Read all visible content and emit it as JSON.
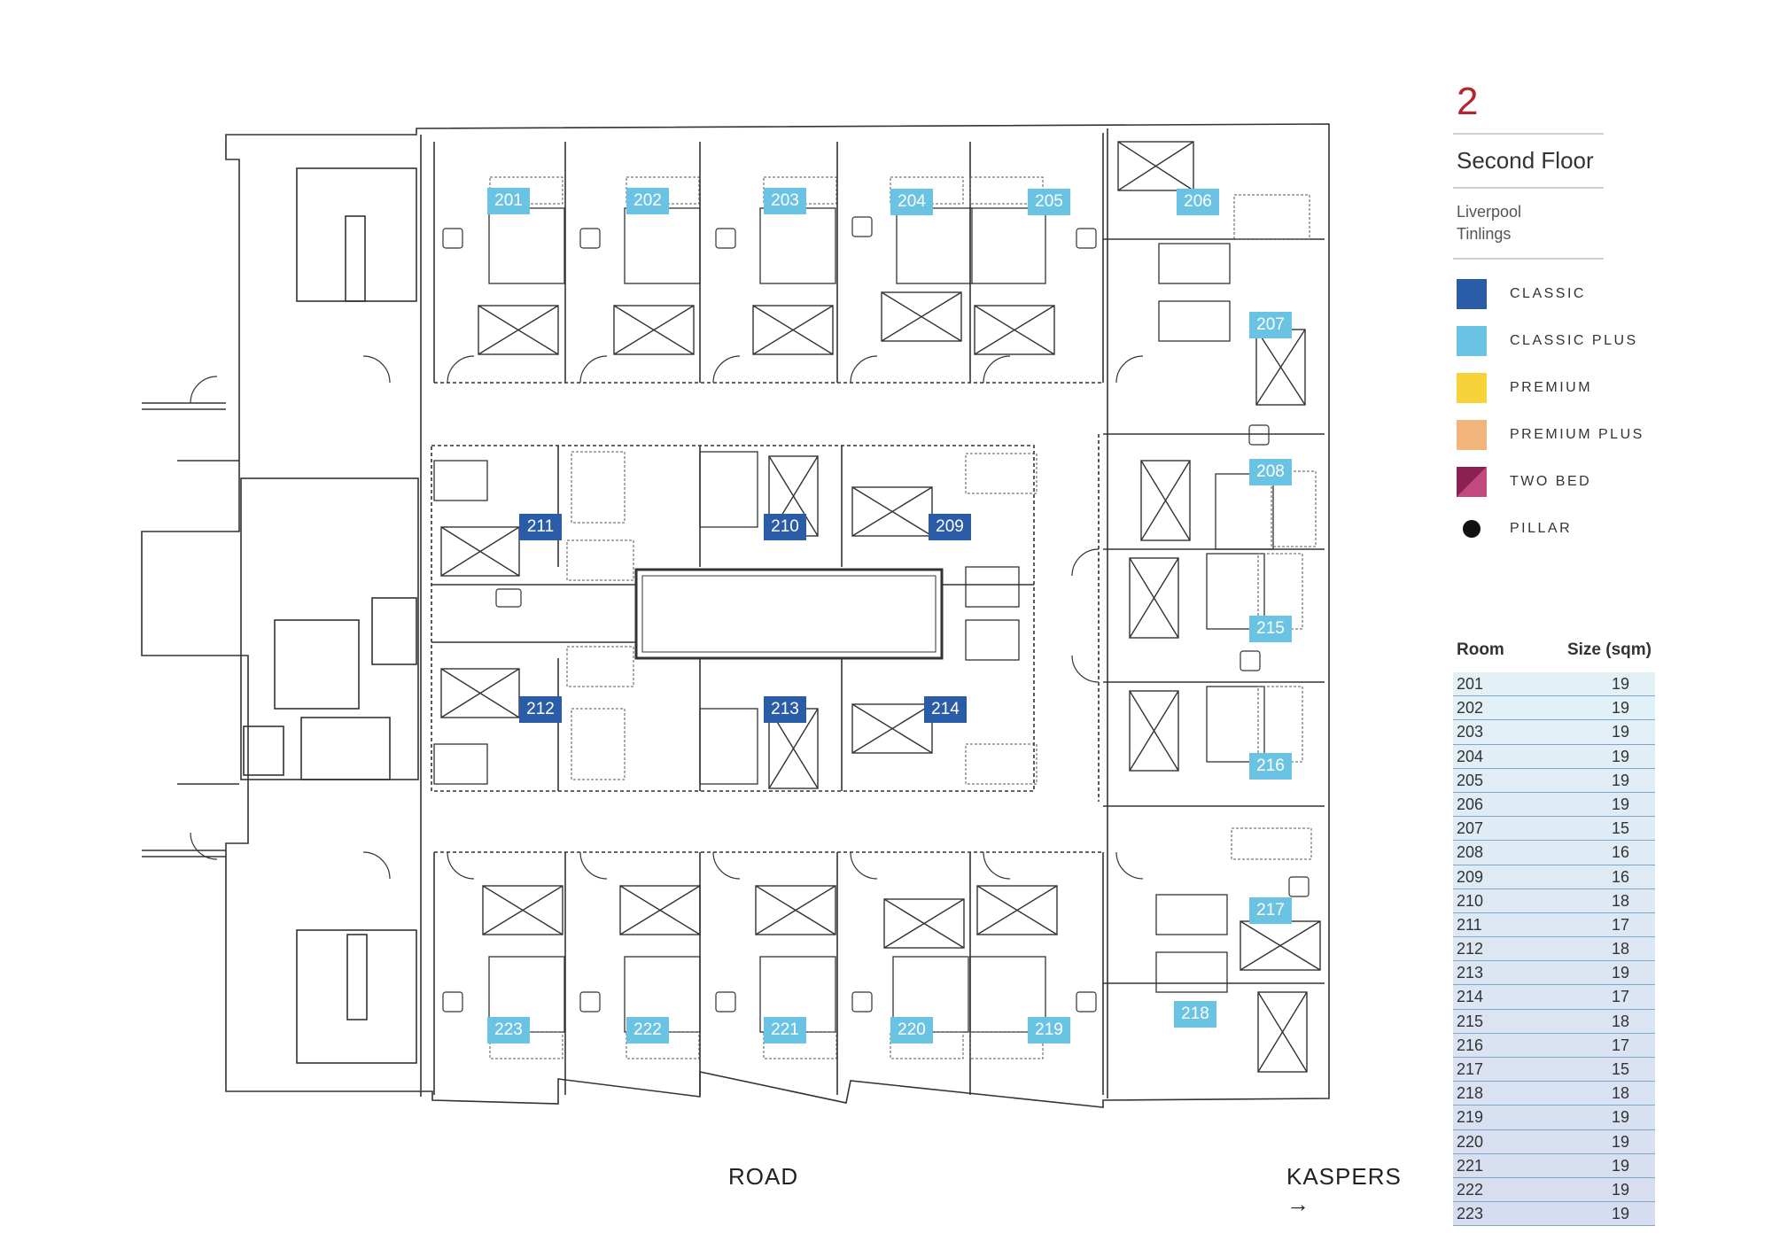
{
  "floor": {
    "number": "2",
    "title": "Second Floor",
    "building_line1": "Liverpool",
    "building_line2": "Tinlings"
  },
  "legend": [
    {
      "label": "CLASSIC",
      "color": "#2a5ca8",
      "shape": "square"
    },
    {
      "label": "CLASSIC PLUS",
      "color": "#6bc3e3",
      "shape": "square"
    },
    {
      "label": "PREMIUM",
      "color": "#f7d33a",
      "shape": "square"
    },
    {
      "label": "PREMIUM PLUS",
      "color": "#f1b47a",
      "shape": "square"
    },
    {
      "label": "TWO BED",
      "color": "#8a2150",
      "shape": "diagonal"
    },
    {
      "label": "PILLAR",
      "color": "#111111",
      "shape": "dot"
    }
  ],
  "table": {
    "header_room": "Room",
    "header_size": "Size (sqm)",
    "rows": [
      {
        "room": "201",
        "size": "19"
      },
      {
        "room": "202",
        "size": "19"
      },
      {
        "room": "203",
        "size": "19"
      },
      {
        "room": "204",
        "size": "19"
      },
      {
        "room": "205",
        "size": "19"
      },
      {
        "room": "206",
        "size": "19"
      },
      {
        "room": "207",
        "size": "15"
      },
      {
        "room": "208",
        "size": "16"
      },
      {
        "room": "209",
        "size": "16"
      },
      {
        "room": "210",
        "size": "18"
      },
      {
        "room": "211",
        "size": "17"
      },
      {
        "room": "212",
        "size": "18"
      },
      {
        "room": "213",
        "size": "19"
      },
      {
        "room": "214",
        "size": "17"
      },
      {
        "room": "215",
        "size": "18"
      },
      {
        "room": "216",
        "size": "17"
      },
      {
        "room": "217",
        "size": "15"
      },
      {
        "room": "218",
        "size": "18"
      },
      {
        "room": "219",
        "size": "19"
      },
      {
        "room": "220",
        "size": "19"
      },
      {
        "room": "221",
        "size": "19"
      },
      {
        "room": "222",
        "size": "19"
      },
      {
        "room": "223",
        "size": "19"
      }
    ]
  },
  "plan": {
    "road_label": "ROAD",
    "kaspers_label": "KASPERS →",
    "rooms": [
      {
        "id": "201",
        "type": "classic_plus"
      },
      {
        "id": "202",
        "type": "classic_plus"
      },
      {
        "id": "203",
        "type": "classic_plus"
      },
      {
        "id": "204",
        "type": "classic_plus"
      },
      {
        "id": "205",
        "type": "classic_plus"
      },
      {
        "id": "206",
        "type": "classic_plus"
      },
      {
        "id": "207",
        "type": "classic_plus"
      },
      {
        "id": "208",
        "type": "classic_plus"
      },
      {
        "id": "209",
        "type": "classic"
      },
      {
        "id": "210",
        "type": "classic"
      },
      {
        "id": "211",
        "type": "classic"
      },
      {
        "id": "212",
        "type": "classic"
      },
      {
        "id": "213",
        "type": "classic"
      },
      {
        "id": "214",
        "type": "classic"
      },
      {
        "id": "215",
        "type": "classic_plus"
      },
      {
        "id": "216",
        "type": "classic_plus"
      },
      {
        "id": "217",
        "type": "classic_plus"
      },
      {
        "id": "218",
        "type": "classic_plus"
      },
      {
        "id": "219",
        "type": "classic_plus"
      },
      {
        "id": "220",
        "type": "classic_plus"
      },
      {
        "id": "221",
        "type": "classic_plus"
      },
      {
        "id": "222",
        "type": "classic_plus"
      },
      {
        "id": "223",
        "type": "classic_plus"
      }
    ]
  }
}
